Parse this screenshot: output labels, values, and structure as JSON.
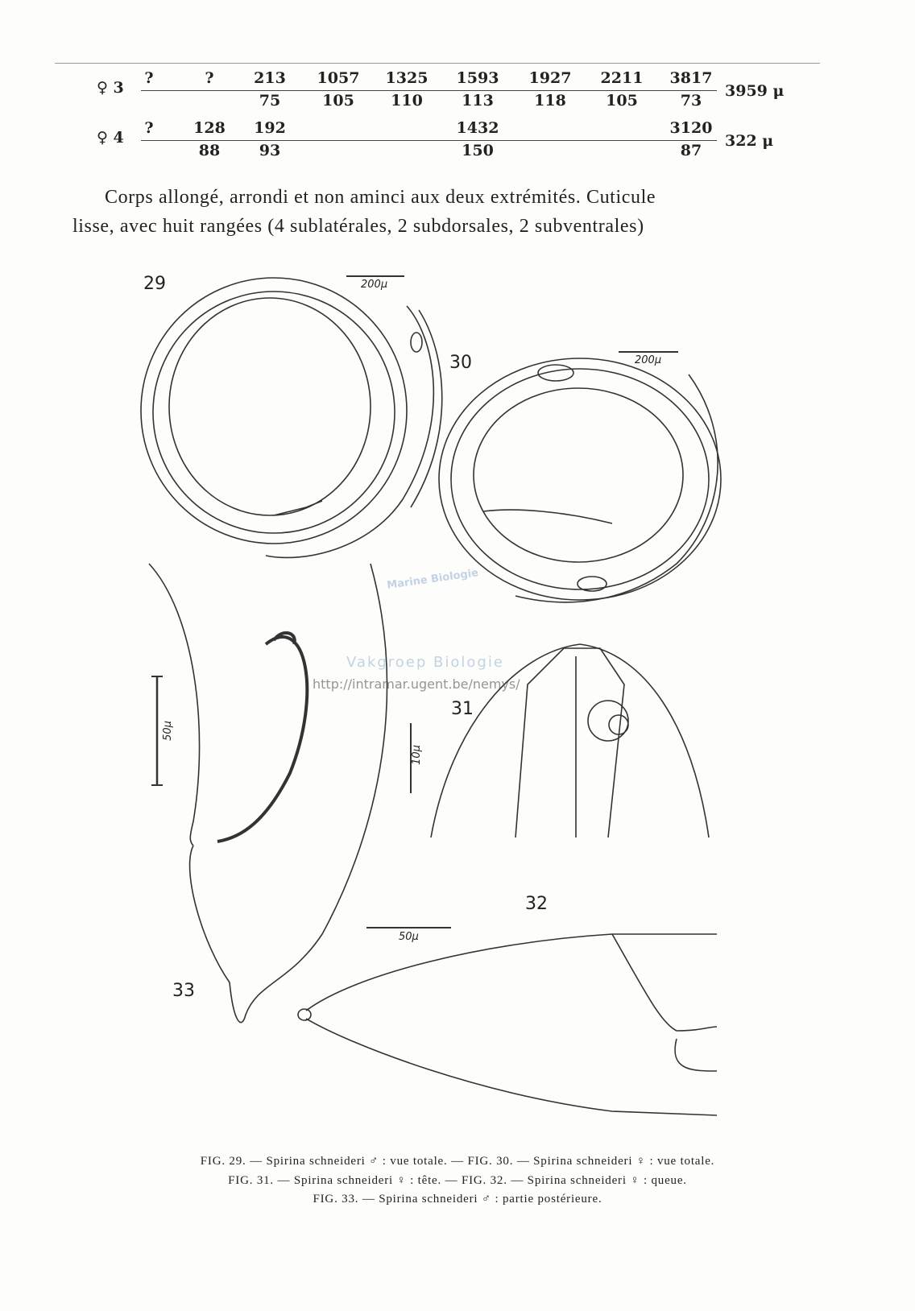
{
  "table": {
    "rows": [
      {
        "label": "♀ 3",
        "top": [
          "?",
          "?",
          "213",
          "1057",
          "1325",
          "1593",
          "1927",
          "2211",
          "3817"
        ],
        "bottom": [
          "",
          "",
          "75",
          "105",
          "110",
          "113",
          "118",
          "105",
          "73"
        ],
        "total": "3959 μ"
      },
      {
        "label": "♀ 4",
        "top": [
          "?",
          "128",
          "192",
          "",
          "",
          "1432",
          "",
          "",
          "3120"
        ],
        "bottom": [
          "",
          "88",
          "93",
          "",
          "",
          "150",
          "",
          "",
          "87"
        ],
        "total": "322 μ"
      }
    ]
  },
  "paragraph": {
    "line1": "Corps allongé, arrondi et non aminci aux deux extrémités. Cuticule",
    "line2": "lisse, avec huit rangées (4 sublatérales, 2 subdorsales, 2 subventrales)"
  },
  "figures": {
    "fig29": {
      "label": "29",
      "scale": "200μ"
    },
    "fig30": {
      "label": "30",
      "scale": "200μ"
    },
    "fig31": {
      "label": "31",
      "scale": "10μ"
    },
    "fig32": {
      "label": "32",
      "scale": "50μ"
    },
    "fig33": {
      "label": "33",
      "scale": "50μ"
    }
  },
  "watermark": {
    "line1": "Marine Biologie",
    "line2": "Vakgroep Biologie",
    "url": "http://intramar.ugent.be/nemys/"
  },
  "captions": {
    "line1": "FIG. 29. — Spirina schneideri ♂ : vue totale. — FIG. 30. — Spirina schneideri ♀ : vue totale.",
    "line2": "FIG. 31. — Spirina schneideri ♀ : tête. — FIG. 32. — Spirina schneideri ♀ : queue.",
    "line3": "FIG. 33. — Spirina schneideri ♂ : partie postérieure."
  }
}
